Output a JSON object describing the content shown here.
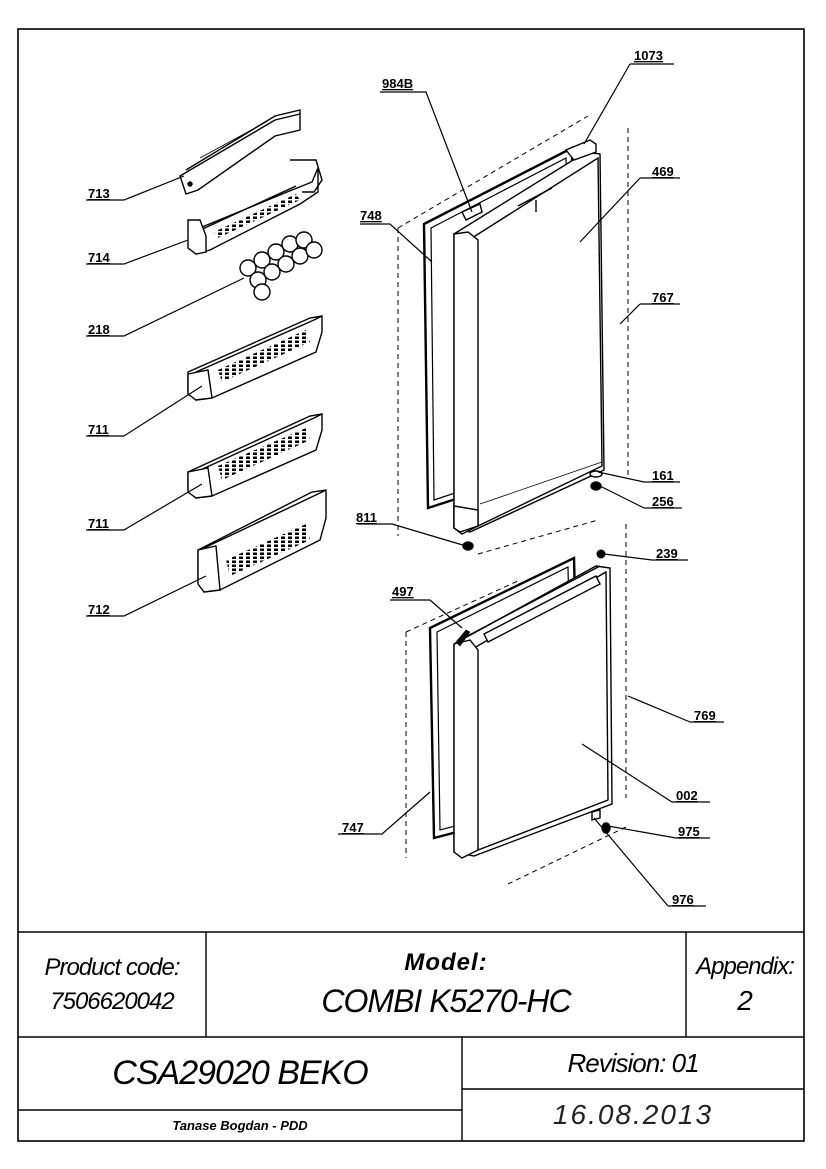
{
  "callouts": {
    "c713": "713",
    "c714": "714",
    "c218": "218",
    "c711a": "711",
    "c711b": "711",
    "c712": "712",
    "c984B": "984B",
    "c1073": "1073",
    "c748": "748",
    "c469": "469",
    "c767": "767",
    "c161": "161",
    "c256": "256",
    "c811": "811",
    "c239": "239",
    "c497": "497",
    "c769": "769",
    "c002": "002",
    "c747": "747",
    "c975": "975",
    "c976": "976"
  },
  "title_block": {
    "product_code_label": "Product code:",
    "product_code_value": "7506620042",
    "model_label": "Model:",
    "model_value": "COMBI K5270-HC",
    "appendix_label": "Appendix:",
    "appendix_value": "2",
    "drawing_name": "CSA29020 BEKO",
    "revision": "Revision: 01",
    "author": "Tanase Bogdan - PDD",
    "date": "16.08.2013"
  }
}
